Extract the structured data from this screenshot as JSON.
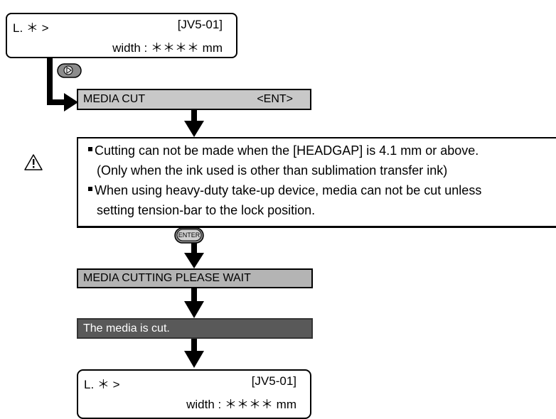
{
  "top_display": {
    "mode": "L. ＊ >",
    "model": "[JV5-01]",
    "width_line": "width : ＊＊＊＊ mm"
  },
  "step_media_cut": {
    "label": "MEDIA CUT",
    "key": "<ENT>"
  },
  "caution": {
    "items": [
      {
        "line1": "Cutting can not be made when the [HEADGAP] is 4.1 mm or above.",
        "line2": "(Only when the ink used is other than sublimation transfer ink)"
      },
      {
        "line1": "When using heavy-duty take-up device, media can not be cut unless",
        "line2": "setting tension-bar to the lock position."
      }
    ]
  },
  "enter_key_label": "ENTER",
  "step_cutting": {
    "label": "MEDIA CUTTING  PLEASE WAIT"
  },
  "step_done": {
    "label": "The media is cut."
  },
  "bottom_display": {
    "mode": "L. ＊ >",
    "model": "[JV5-01]",
    "width_line": "width : ＊＊＊＊ mm"
  }
}
